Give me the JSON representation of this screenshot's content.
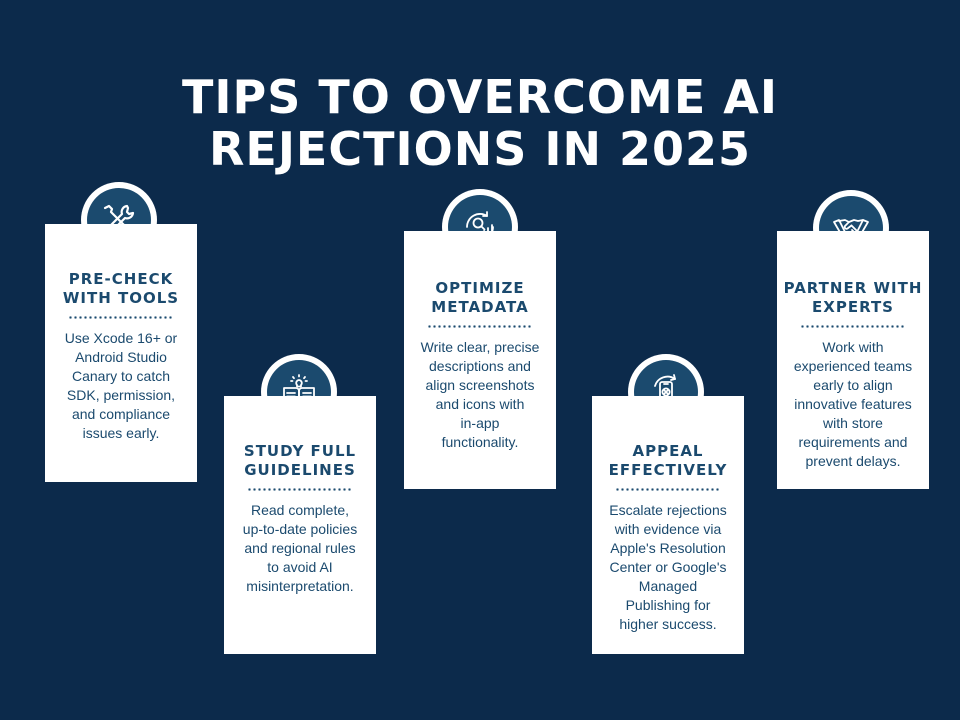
{
  "title": {
    "line1": "TIPS TO OVERCOME AI",
    "line2": "REJECTIONS IN 2025"
  },
  "colors": {
    "background": "#0c2a4b",
    "accent": "#1b4a6e",
    "card": "#ffffff"
  },
  "cards": [
    {
      "icon": "wrench-screwdriver-icon",
      "heading": [
        "PRE-CHECK",
        "WITH TOOLS"
      ],
      "body": [
        "Use Xcode 16+ or",
        "Android Studio",
        "Canary to catch",
        "SDK, permission,",
        "and compliance",
        "issues early."
      ]
    },
    {
      "icon": "open-book-lightbulb-icon",
      "heading": [
        "STUDY FULL",
        "GUIDELINES"
      ],
      "body": [
        "Read complete,",
        "up-to-date policies",
        "and regional rules",
        "to avoid AI",
        "misinterpretation."
      ]
    },
    {
      "icon": "magnifier-chart-icon",
      "heading": [
        "OPTIMIZE",
        "METADATA"
      ],
      "body": [
        "Write clear, precise",
        "descriptions and",
        "align screenshots",
        "and icons with",
        "in-app",
        "functionality."
      ]
    },
    {
      "icon": "phone-rejection-appeal-icon",
      "heading": [
        "APPEAL",
        "EFFECTIVELY"
      ],
      "body": [
        "Escalate rejections",
        "with evidence via",
        "Apple's Resolution",
        "Center or Google's",
        "Managed",
        "Publishing for",
        "higher success."
      ]
    },
    {
      "icon": "handshake-icon",
      "heading": [
        "PARTNER WITH",
        "EXPERTS"
      ],
      "body": [
        "Work with",
        "experienced teams",
        "early to align",
        "innovative features",
        "with store",
        "requirements and",
        "prevent delays."
      ]
    }
  ]
}
